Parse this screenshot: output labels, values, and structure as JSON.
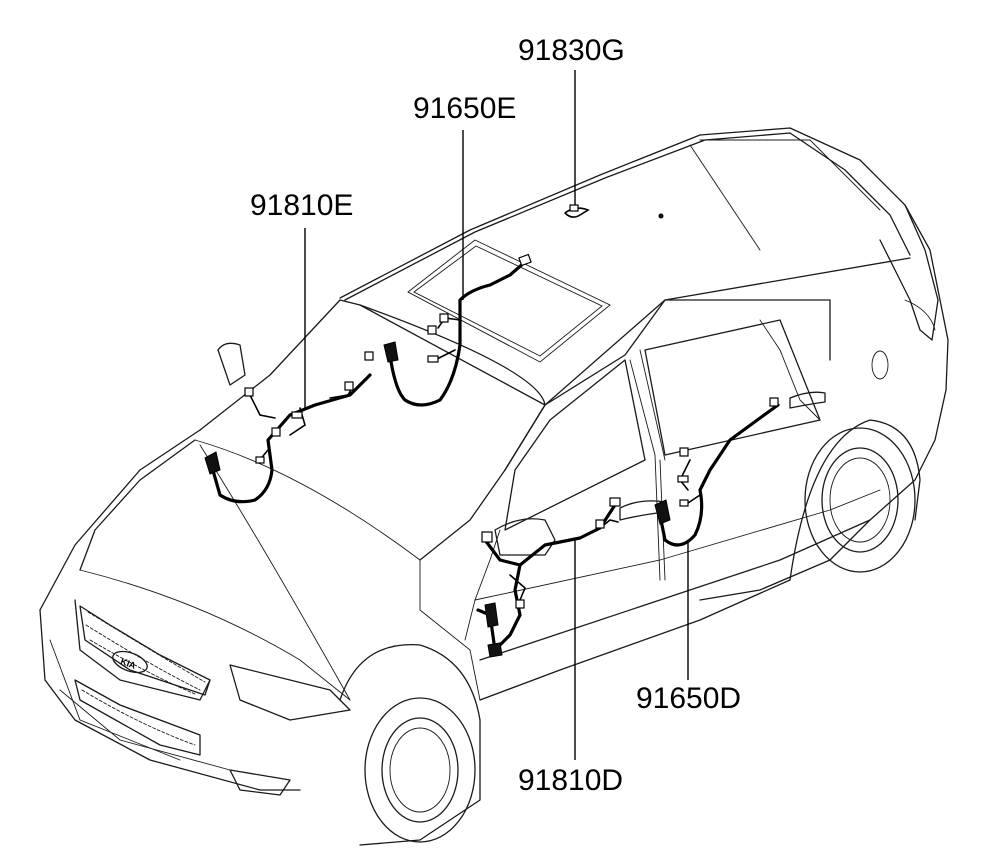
{
  "diagram": {
    "callouts": [
      {
        "id": "roof",
        "label": "91830G"
      },
      {
        "id": "sunroof",
        "label": "91650E"
      },
      {
        "id": "front",
        "label": "91810E"
      },
      {
        "id": "rear-door",
        "label": "91650D"
      },
      {
        "id": "front-door",
        "label": "91810D"
      }
    ],
    "colors": {
      "line": "#000000",
      "background": "#ffffff"
    }
  }
}
